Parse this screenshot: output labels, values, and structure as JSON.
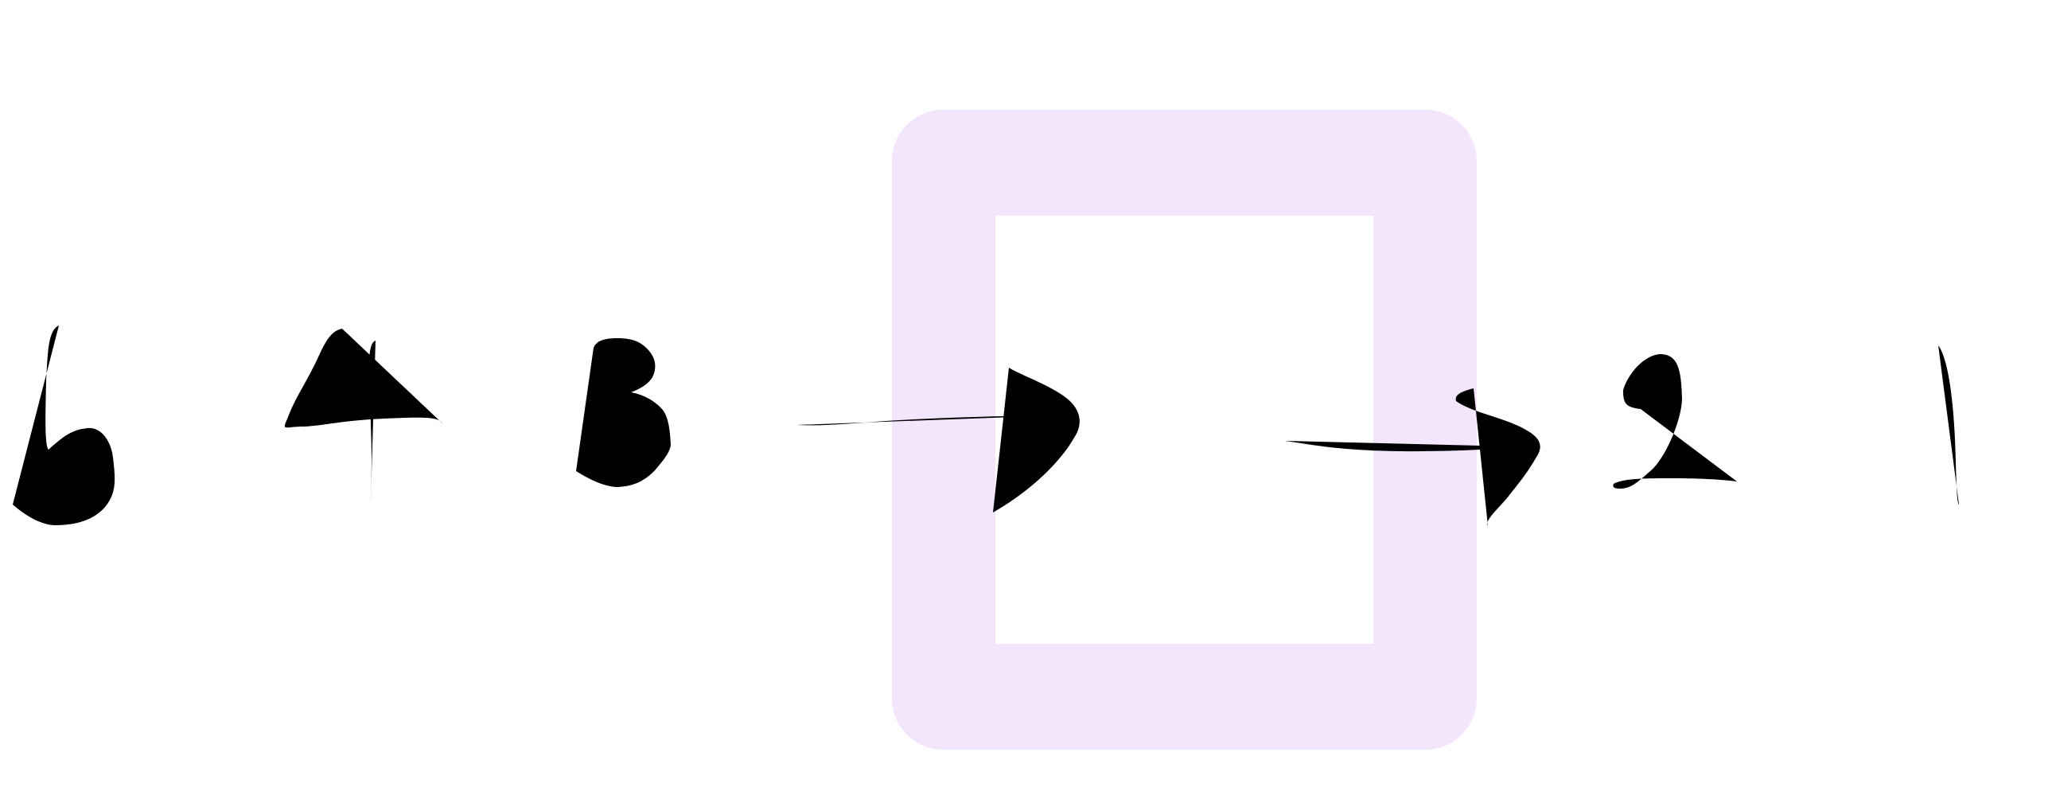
{
  "digits": [
    "5",
    "4",
    "3",
    "2",
    "1"
  ],
  "colors": {
    "background": "#ffffff",
    "digit_ink": "#000000",
    "arrow_ink": "#f55a5a",
    "frame_fill": "#f3e5fb"
  },
  "elements": {
    "frame": "highlight-frame",
    "arrows": [
      "arrow-right",
      "arrow-right"
    ]
  }
}
